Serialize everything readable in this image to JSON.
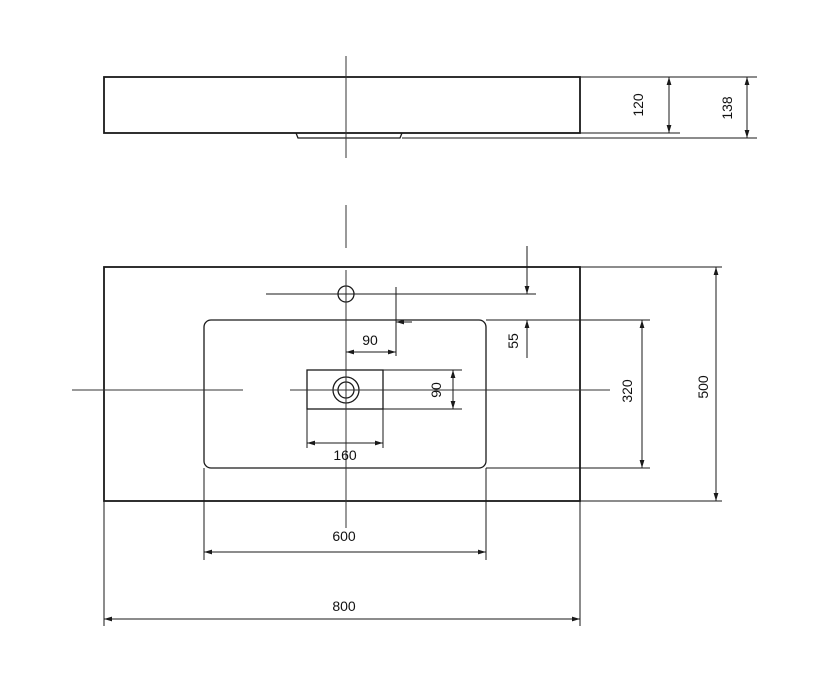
{
  "dimensions": {
    "side_inner_height": "120",
    "side_total_height": "138",
    "tap_offset": "55",
    "tap_center_offset": "90",
    "drain_height": "90",
    "drain_width": "160",
    "bowl_depth": "320",
    "total_depth": "500",
    "bowl_width": "600",
    "total_width": "800"
  }
}
